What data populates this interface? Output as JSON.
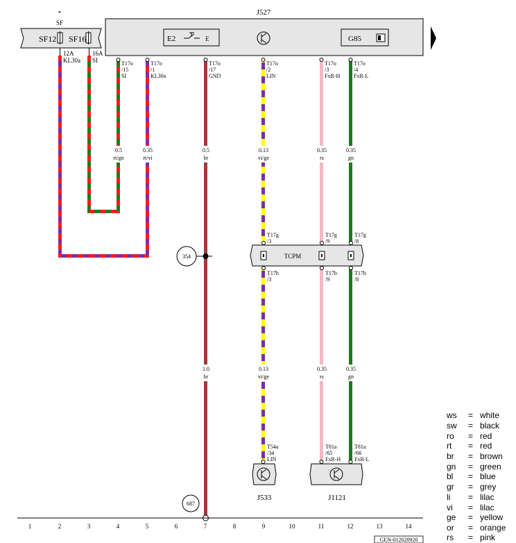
{
  "header": {
    "fuse_group_mark": "*",
    "fuse_group_label": "SF",
    "control_unit_label": "J527"
  },
  "fuses": [
    {
      "name": "SF12",
      "rating": "12A",
      "signal": "KL30a"
    },
    {
      "name": "SF16",
      "rating": "16A",
      "signal": "SI"
    }
  ],
  "j527": {
    "e2_label": "E2",
    "e_label": "E",
    "g85_label": "G85"
  },
  "j527_pins": [
    {
      "connector": "T17o",
      "pin": "/15",
      "signal": "SI",
      "gauge": "0.5",
      "color": "rt/gn"
    },
    {
      "connector": "T17o",
      "pin": "/1",
      "signal": "KL30a",
      "gauge": "0.35",
      "color": "rt/vi"
    },
    {
      "connector": "T17o",
      "pin": "/17",
      "signal": "GND",
      "gauge": "0.5",
      "color": "br"
    },
    {
      "connector": "T17o",
      "pin": "/2",
      "signal": "LIN",
      "gauge": "0.13",
      "color": "vi/ge"
    },
    {
      "connector": "T17o",
      "pin": "/3",
      "signal": "FxR-H",
      "gauge": "0.35",
      "color": "rs"
    },
    {
      "connector": "T17o",
      "pin": "/4",
      "signal": "FxR-L",
      "gauge": "0.35",
      "color": "gn"
    }
  ],
  "tcpm": {
    "label": "TCPM",
    "upper_pins": [
      {
        "connector": "T17g",
        "pin": "/3"
      },
      {
        "connector": "T17g",
        "pin": "/9"
      },
      {
        "connector": "T17g",
        "pin": "/8"
      }
    ],
    "lower_pins": [
      {
        "connector": "T17b",
        "pin": "/3"
      },
      {
        "connector": "T17b",
        "pin": "/9"
      },
      {
        "connector": "T17b",
        "pin": "/8"
      }
    ]
  },
  "lower_wires": [
    {
      "gauge": "1.0",
      "color": "br"
    },
    {
      "gauge": "0.13",
      "color": "vi/ge"
    },
    {
      "gauge": "0.35",
      "color": "rs"
    },
    {
      "gauge": "0.35",
      "color": "gn"
    }
  ],
  "ground_points": [
    {
      "id": "354"
    },
    {
      "id": "687"
    }
  ],
  "bottom_pins": [
    {
      "connector": "T54a",
      "pin": "/34",
      "signal": "LIN"
    },
    {
      "connector": "T81a",
      "pin": "/65",
      "signal": "FxR-H"
    },
    {
      "connector": "T81a",
      "pin": "/66",
      "signal": "FxR-L"
    }
  ],
  "bottom_units": [
    {
      "label": "J533"
    },
    {
      "label": "J1121"
    }
  ],
  "columns": [
    "1",
    "2",
    "3",
    "4",
    "5",
    "6",
    "7",
    "8",
    "9",
    "10",
    "11",
    "12",
    "13",
    "14"
  ],
  "footer_code": "GEN-012020920",
  "legend": [
    {
      "code": "ws",
      "eq": "=",
      "name": "white"
    },
    {
      "code": "sw",
      "eq": "=",
      "name": "black"
    },
    {
      "code": "ro",
      "eq": "=",
      "name": "red"
    },
    {
      "code": "rt",
      "eq": "=",
      "name": "red"
    },
    {
      "code": "br",
      "eq": "=",
      "name": "brown"
    },
    {
      "code": "gn",
      "eq": "=",
      "name": "green"
    },
    {
      "code": "bl",
      "eq": "=",
      "name": "blue"
    },
    {
      "code": "gr",
      "eq": "=",
      "name": "grey"
    },
    {
      "code": "li",
      "eq": "=",
      "name": "lilac"
    },
    {
      "code": "vi",
      "eq": "=",
      "name": "lilac"
    },
    {
      "code": "ge",
      "eq": "=",
      "name": "yellow"
    },
    {
      "code": "or",
      "eq": "=",
      "name": "orange"
    },
    {
      "code": "rs",
      "eq": "=",
      "name": "pink"
    }
  ],
  "wire_colors": {
    "red": "#ff1a1a",
    "violet": "#7b2fa8",
    "green": "#1b7d1b",
    "brown": "#a23a3a",
    "yellow": "#ffff00",
    "pink": "#f6b7c3",
    "box_fill": "#e6e6e6"
  }
}
